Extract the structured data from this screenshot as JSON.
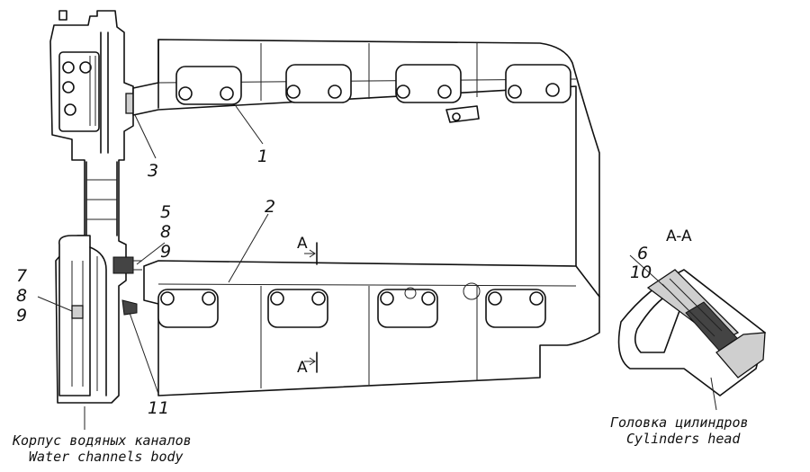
{
  "callouts": [
    "1",
    "2",
    "3",
    "5",
    "8",
    "9",
    "7",
    "8",
    "9",
    "6",
    "10",
    "11"
  ],
  "section": {
    "title": "A-A",
    "mark_upper": "A",
    "mark_lower": "A"
  },
  "captions": {
    "water_ru": "Корпус водяных каналов",
    "water_en": "Water channels body",
    "head_ru": "Головка цилиндров",
    "head_en": "Cylinders head"
  }
}
